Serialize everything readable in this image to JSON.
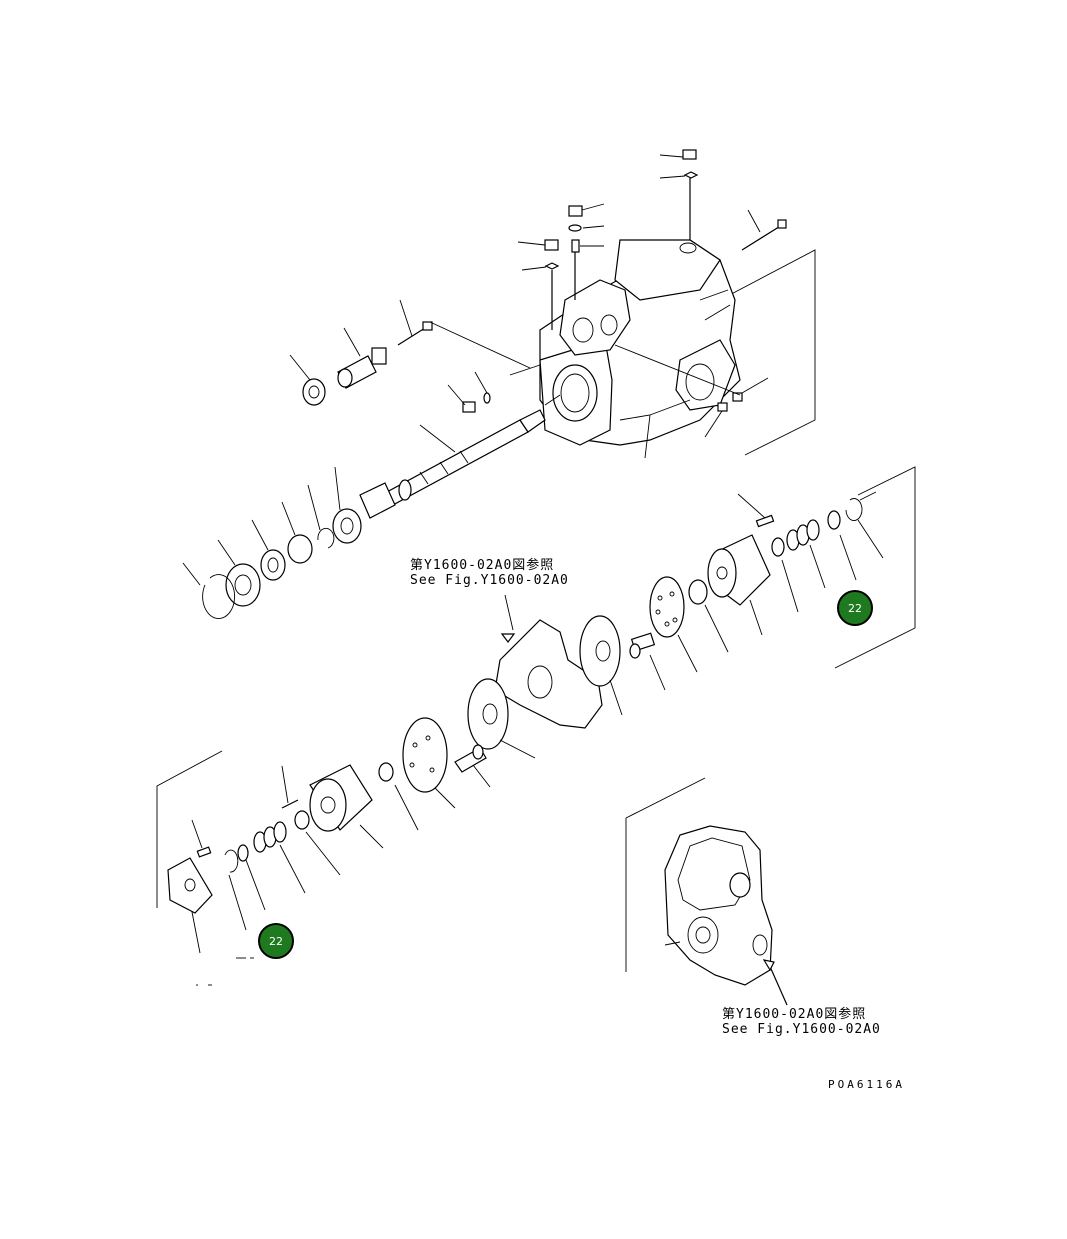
{
  "references": {
    "top": {
      "line_jp": "第Y1600-02A0図参照",
      "line_en": "See Fig.Y1600-02A0"
    },
    "bottom": {
      "line_jp": "第Y1600-02A0図参照",
      "line_en": "See Fig.Y1600-02A0"
    }
  },
  "callouts": [
    {
      "label": "22"
    },
    {
      "label": "22"
    }
  ],
  "drawing_number": "POA6116A",
  "colors": {
    "callout_fill": "#1f7a1f",
    "line": "#000000",
    "background": "#ffffff"
  }
}
